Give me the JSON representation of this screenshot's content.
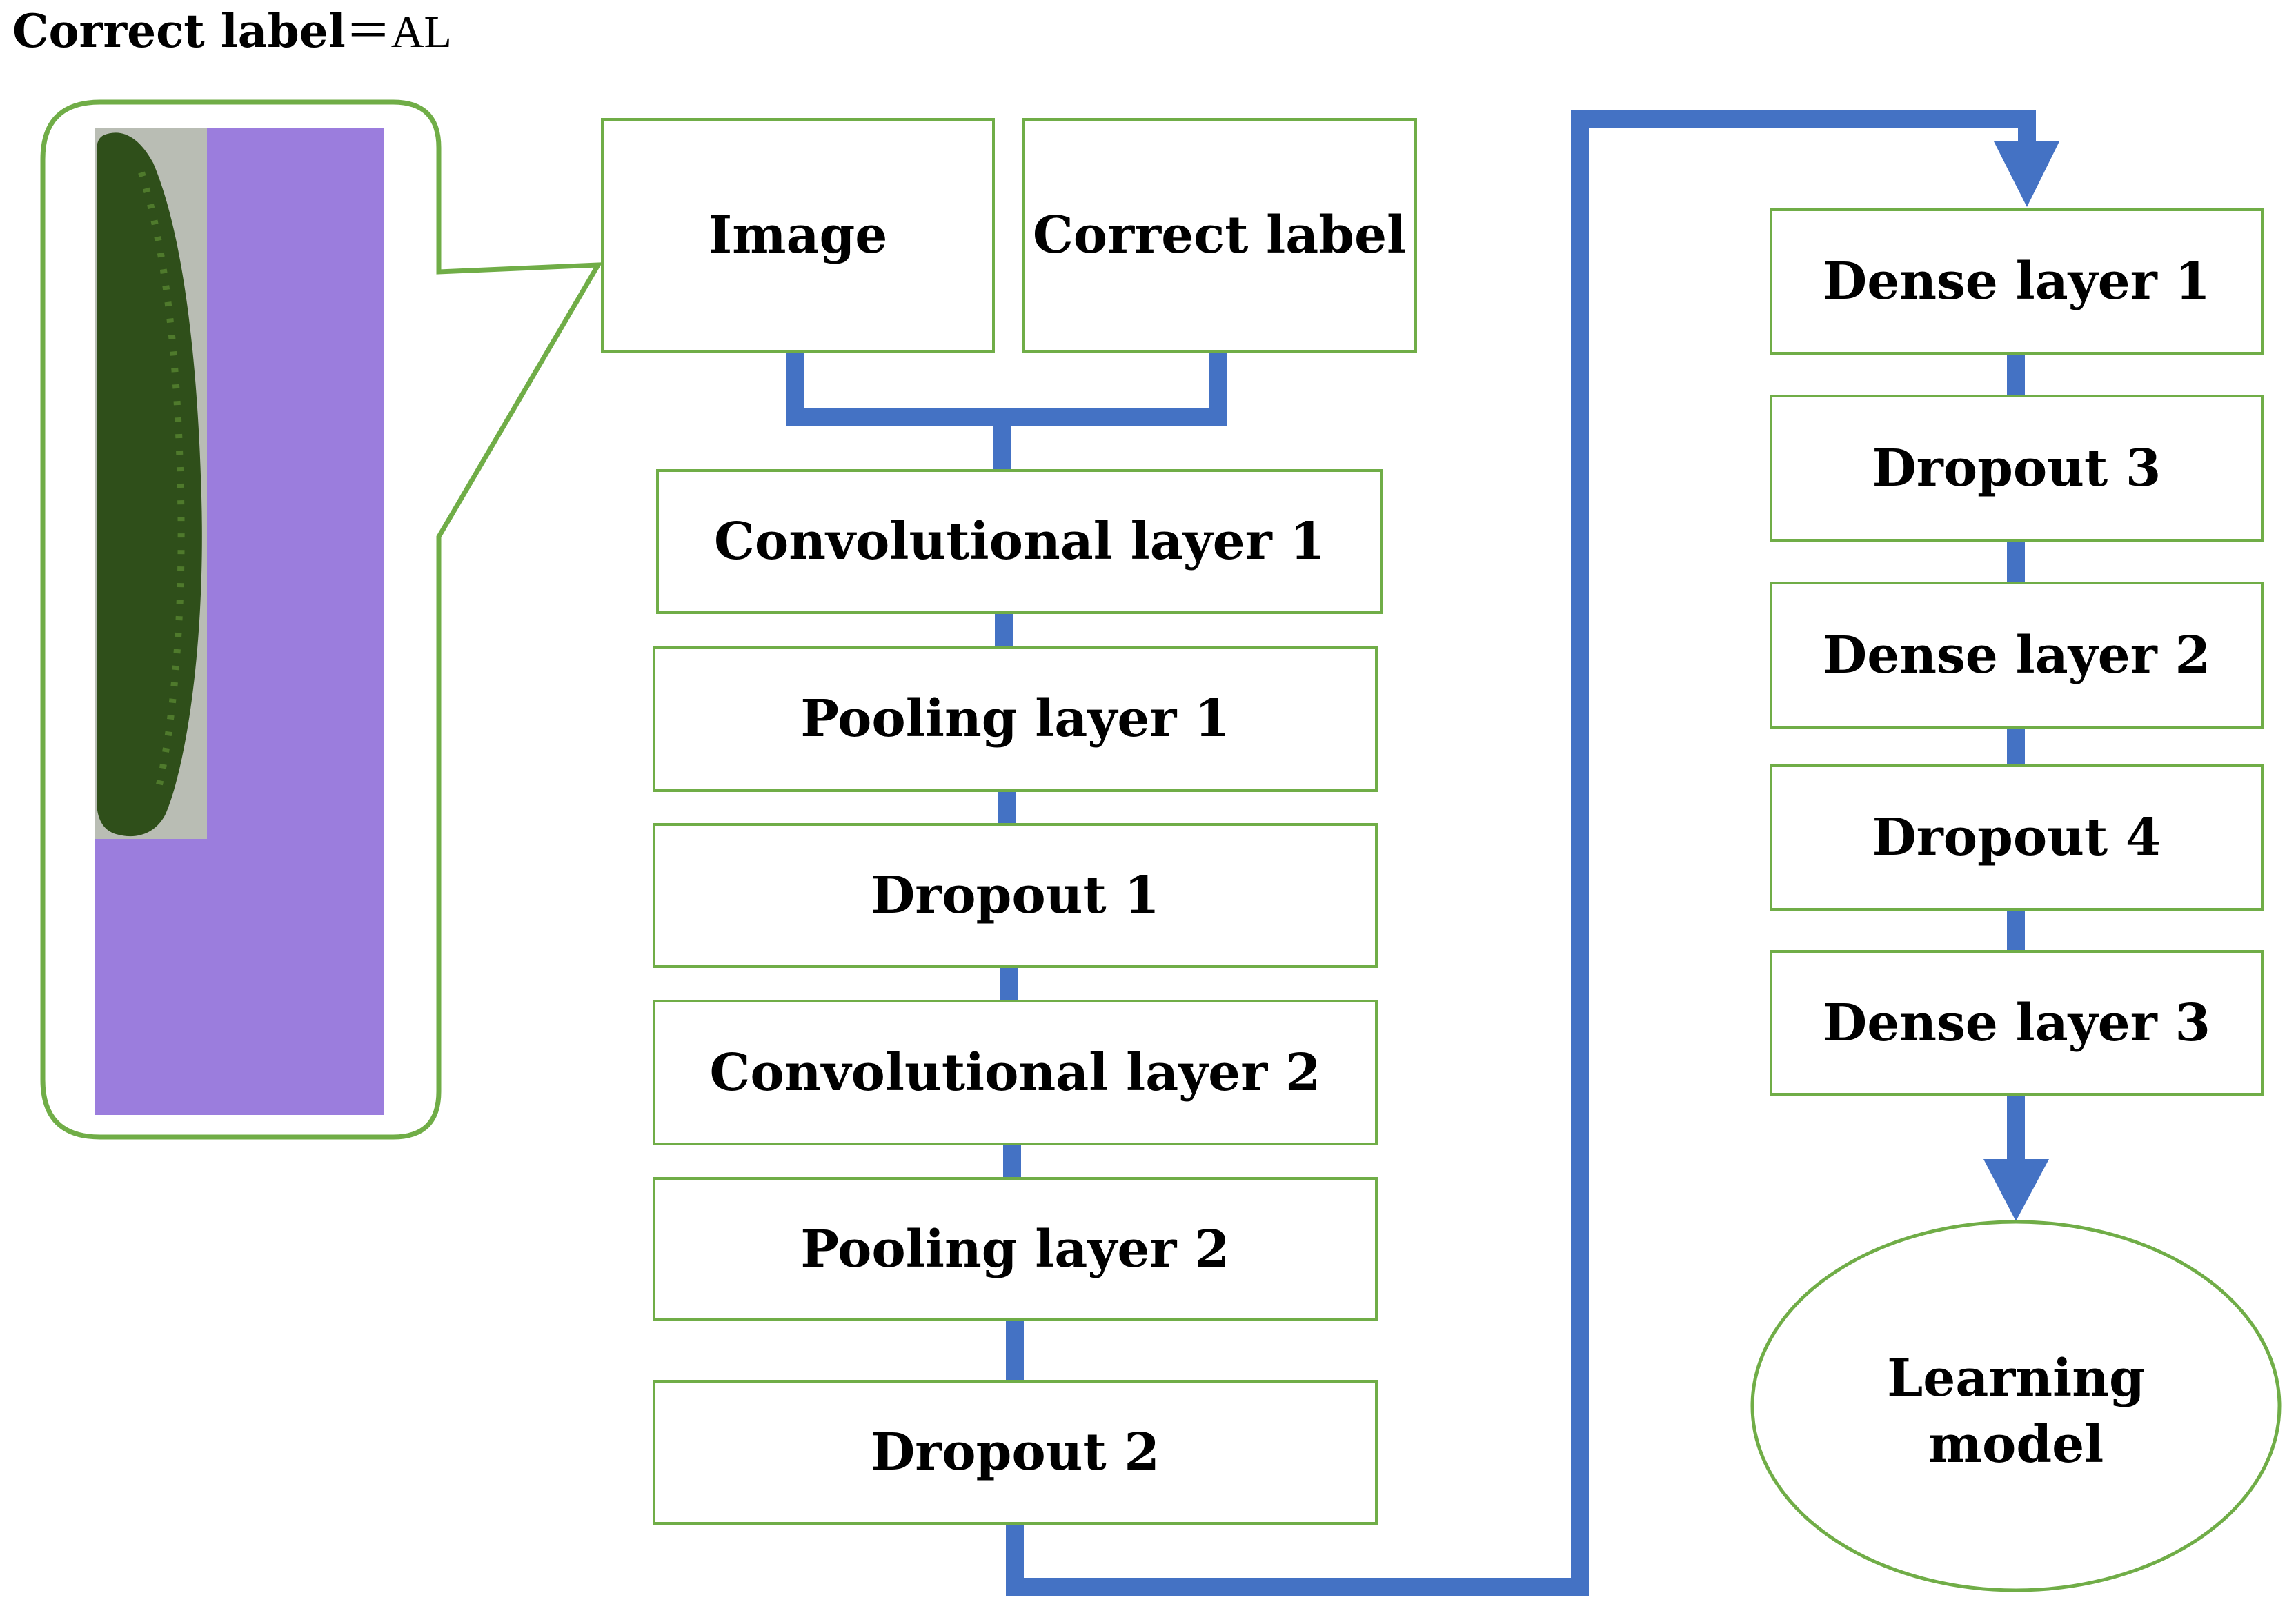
{
  "caption": {
    "label": "Correct label",
    "equals": "＝",
    "value": "AL"
  },
  "inputs": {
    "image": "Image",
    "correct_label": "Correct label"
  },
  "conv_stack": [
    "Convolutional layer 1",
    "Pooling layer 1",
    "Dropout 1",
    "Convolutional layer 2",
    "Pooling layer 2",
    "Dropout 2"
  ],
  "dense_stack": [
    "Dense layer 1",
    "Dropout 3",
    "Dense layer 2",
    "Dropout 4",
    "Dense layer 3"
  ],
  "output": "Learning\nmodel",
  "colors": {
    "box_border": "#70ad47",
    "connector": "#4472c4",
    "sample_bg": "#9b7ddd",
    "cucumber": "#2f4f1a"
  },
  "icons": {
    "sample": "cucumber-sample-image"
  }
}
